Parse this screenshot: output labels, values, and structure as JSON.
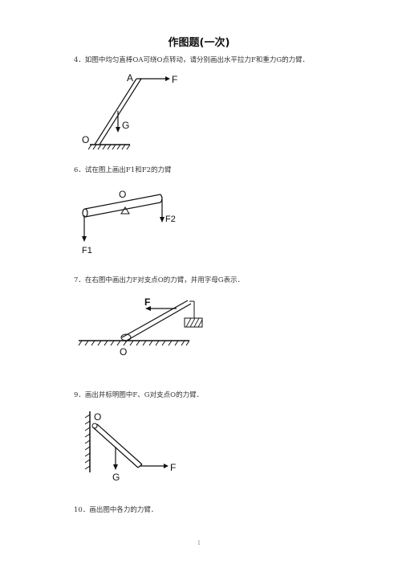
{
  "title": "作图题(一次)",
  "questions": [
    {
      "text": "4．如图中均匀直棒OA可绕O点转动，请分别画出水平拉力F和重力G的力臂．"
    },
    {
      "text": "6．试在图上画出F1和F2的力臂"
    },
    {
      "text": "7．在右图中画出力F对支点O的力臂，并用字母G表示．"
    },
    {
      "text": "9．画出并标明图中F、G对支点O的力臂．"
    },
    {
      "text": "10．画出图中各力的力臂．"
    }
  ],
  "fig1": {
    "A": "A",
    "F": "F",
    "G": "G",
    "O": "O"
  },
  "fig2": {
    "O": "O",
    "F2": "F2",
    "F1": "F1"
  },
  "fig3": {
    "F": "F",
    "O": "O"
  },
  "fig4": {
    "O": "O",
    "G": "G",
    "F": "F"
  },
  "footer": {
    "page": "1"
  }
}
